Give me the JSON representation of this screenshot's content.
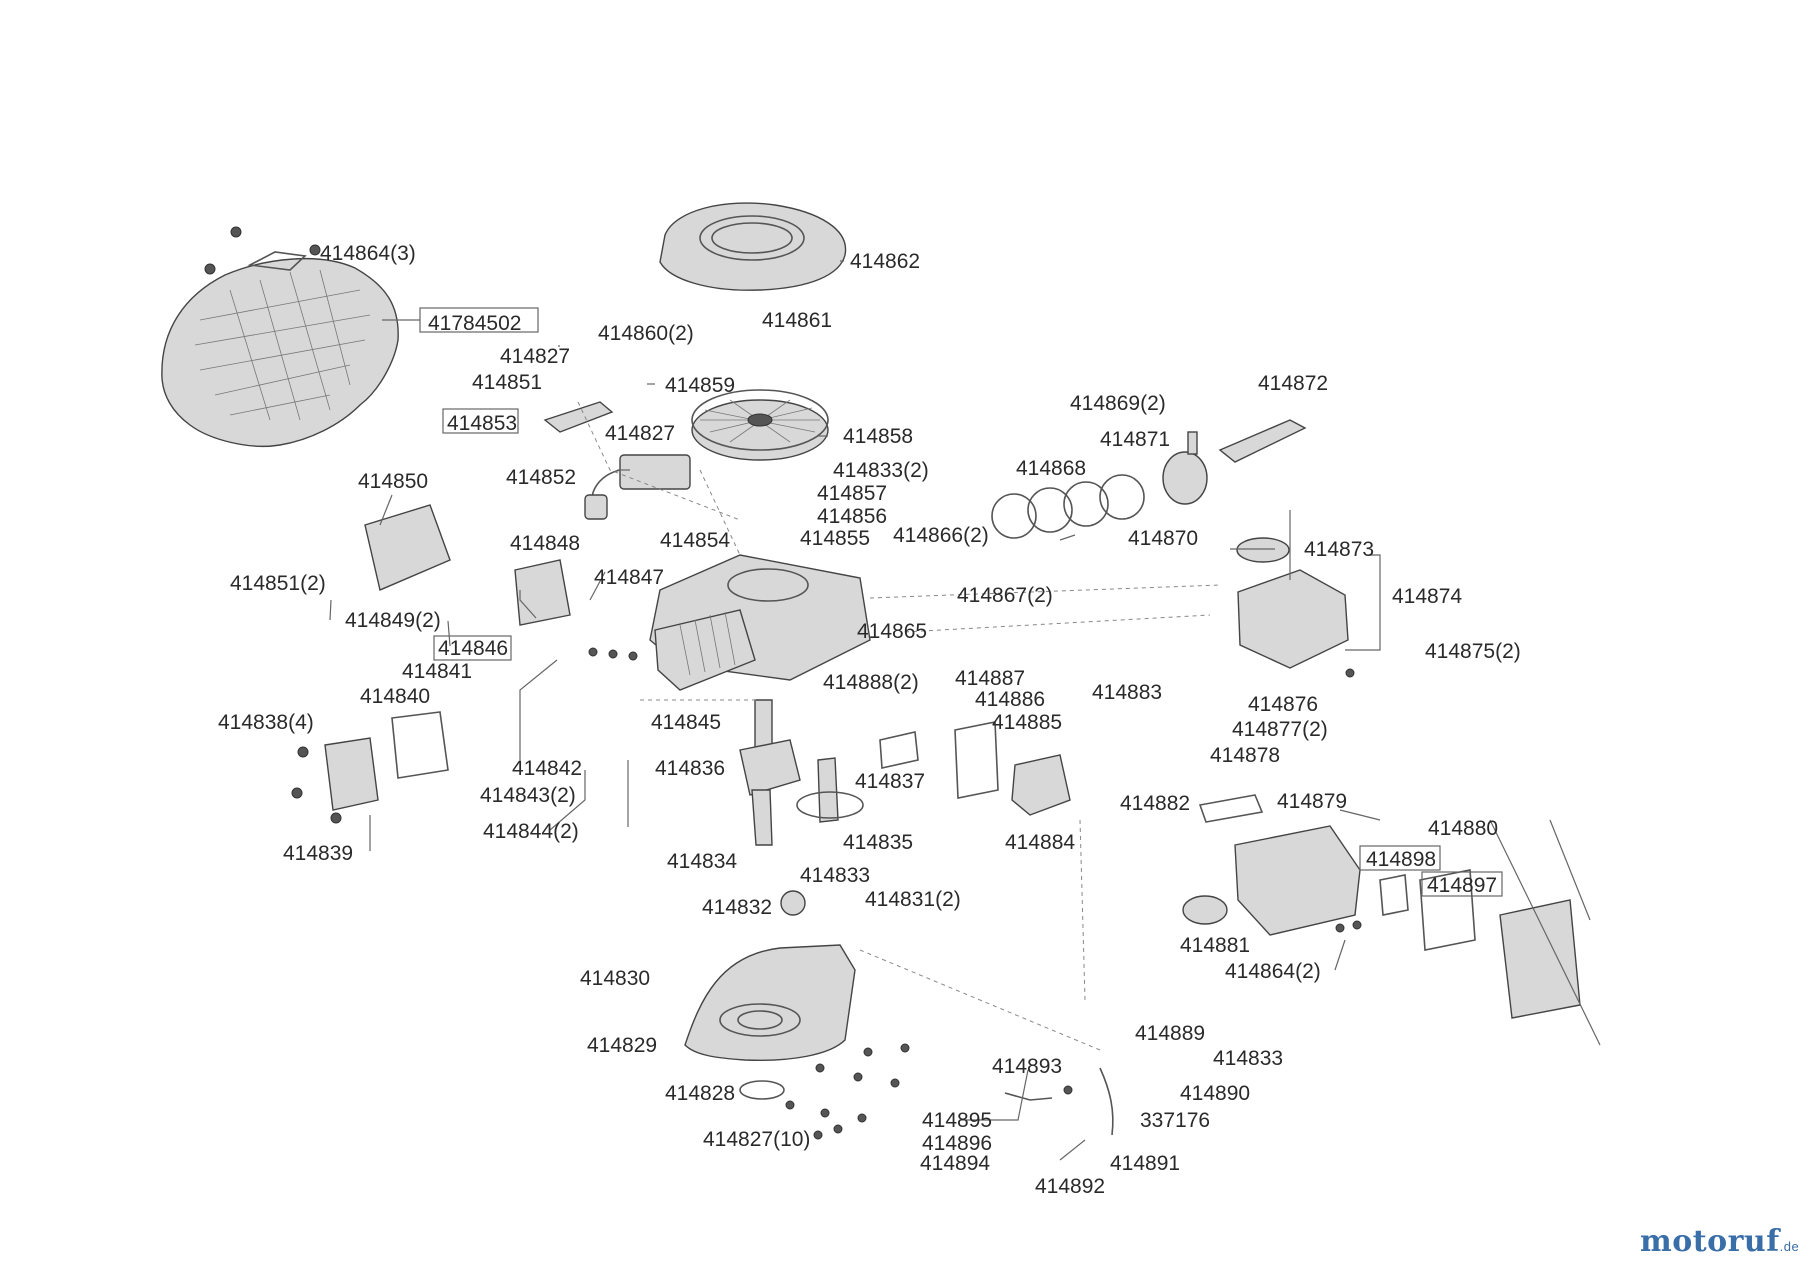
{
  "labels": {
    "p414864_3": "414864(3)",
    "p41784502": "41784502",
    "p414862": "414862",
    "p414861": "414861",
    "p414860_2": "414860(2)",
    "p414827_a": "414827",
    "p414851": "414851",
    "p414859": "414859",
    "p414853": "414853",
    "p414827_b": "414827",
    "p414858": "414858",
    "p414872": "414872",
    "p414869_2": "414869(2)",
    "p414871": "414871",
    "p414868": "414868",
    "p414852": "414852",
    "p414833_2": "414833(2)",
    "p414850": "414850",
    "p414857": "414857",
    "p414856": "414856",
    "p414854": "414854",
    "p414855": "414855",
    "p414866_2": "414866(2)",
    "p414870": "414870",
    "p414848": "414848",
    "p414873": "414873",
    "p414851_2": "414851(2)",
    "p414847": "414847",
    "p414867_2": "414867(2)",
    "p414874": "414874",
    "p414849_2": "414849(2)",
    "p414865": "414865",
    "p414846": "414846",
    "p414875_2": "414875(2)",
    "p414841": "414841",
    "p414888_2": "414888(2)",
    "p414887": "414887",
    "p414883": "414883",
    "p414840": "414840",
    "p414886": "414886",
    "p414876": "414876",
    "p414838_4": "414838(4)",
    "p414845": "414845",
    "p414885": "414885",
    "p414877_2": "414877(2)",
    "p414878": "414878",
    "p414836": "414836",
    "p414842": "414842",
    "p414837": "414837",
    "p414843_2": "414843(2)",
    "p414882": "414882",
    "p414879": "414879",
    "p414844_2": "414844(2)",
    "p414884": "414884",
    "p414880": "414880",
    "p414835": "414835",
    "p414839": "414839",
    "p414898": "414898",
    "p414834": "414834",
    "p414833_a": "414833",
    "p414897": "414897",
    "p414832": "414832",
    "p414831_2": "414831(2)",
    "p414881": "414881",
    "p414864_2": "414864(2)",
    "p414830": "414830",
    "p414829": "414829",
    "p414889": "414889",
    "p414893": "414893",
    "p414833_b": "414833",
    "p414828": "414828",
    "p414890": "414890",
    "p414895": "414895",
    "p337176": "337176",
    "p414827_10": "414827(10)",
    "p414896": "414896",
    "p414894": "414894",
    "p414891": "414891",
    "p414892": "414892"
  },
  "logo": {
    "main": "motoruf",
    "suffix": ".de"
  },
  "colors": {
    "line": "#555555",
    "text": "#2a2a2a",
    "logo_blue": "#3a6ea8",
    "logo_orange": "#e08a1e"
  }
}
